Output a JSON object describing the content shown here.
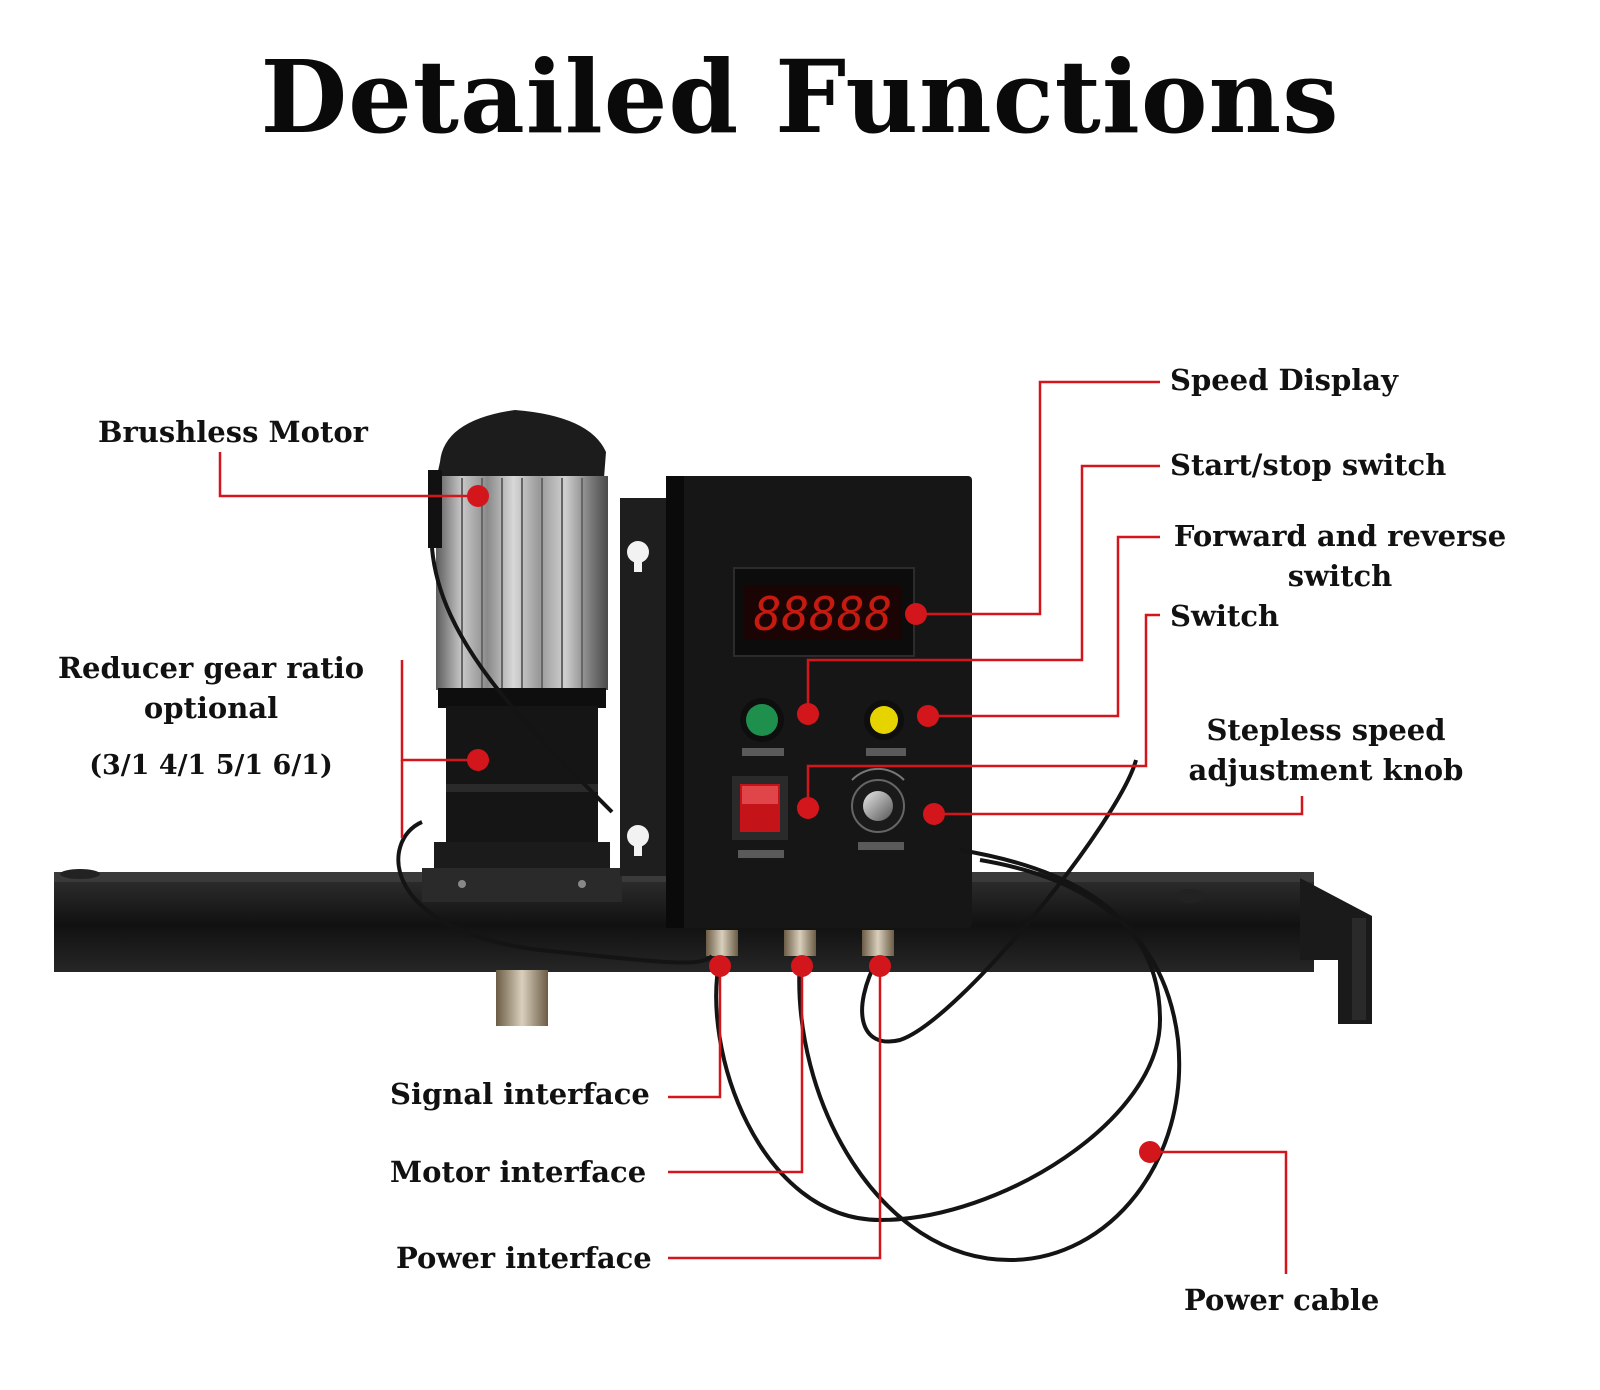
{
  "title": "Detailed Functions",
  "colors": {
    "callout": "#d3161c",
    "housing": "#141414",
    "display_digits": "#c41a10",
    "start_button": "#1f8f4e",
    "direction_button": "#e6d400",
    "rocker_switch": "#c4141a",
    "motor_fins": "#a9a9a9"
  },
  "display": {
    "readout": "88888"
  },
  "labels": {
    "brushless_motor": "Brushless Motor",
    "reducer_line1": "Reducer gear ratio",
    "reducer_line2": "optional",
    "reducer_ratios": "(3/1 4/1 5/1 6/1)",
    "speed_display": "Speed Display",
    "start_stop": "Start/stop switch",
    "fwd_rev_line1": "Forward and reverse",
    "fwd_rev_line2": "switch",
    "switch": "Switch",
    "stepless_line1": "Stepless speed",
    "stepless_line2": "adjustment knob",
    "signal_interface": "Signal interface",
    "motor_interface": "Motor interface",
    "power_interface": "Power interface",
    "power_cable": "Power cable"
  },
  "icons": [
    "wall-mount-keyhole-icon",
    "callout-dot-icon"
  ]
}
